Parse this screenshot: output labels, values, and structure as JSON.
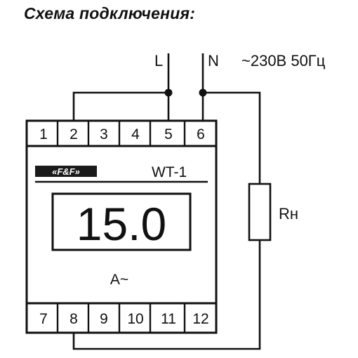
{
  "title": "Схема подключения:",
  "supply": {
    "line_label": "L",
    "neutral_label": "N",
    "voltage_label": "~230В 50Гц"
  },
  "device": {
    "brand_logo_text": "«F&F»",
    "model": "WT-1",
    "display_value": "15.0",
    "unit_label": "А~",
    "top_terminals": [
      "1",
      "2",
      "3",
      "4",
      "5",
      "6"
    ],
    "bottom_terminals": [
      "7",
      "8",
      "9",
      "10",
      "11",
      "12"
    ]
  },
  "load": {
    "label": "Rн"
  },
  "colors": {
    "ink": "#111111",
    "background": "#ffffff"
  }
}
